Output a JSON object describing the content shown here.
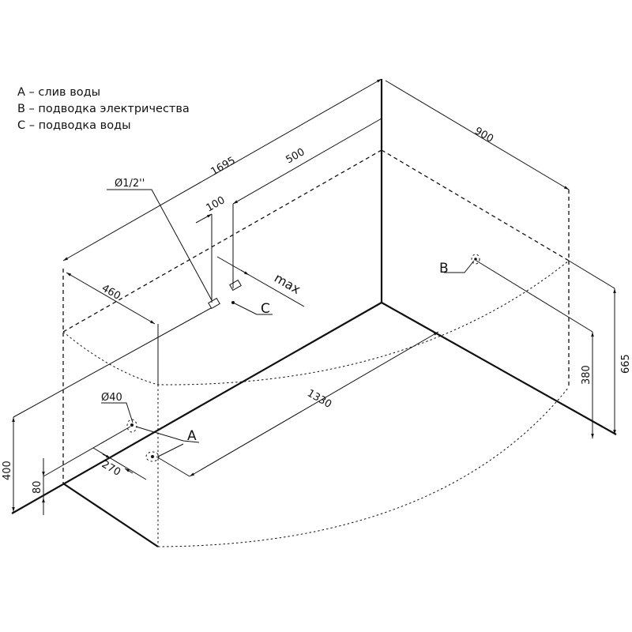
{
  "legend": {
    "items": [
      "A – слив воды",
      "B – подводка электричества",
      "C – подводка воды"
    ]
  },
  "dimensions": {
    "length_total": "1695",
    "offset_500": "500",
    "width_900": "900",
    "offset_100": "100",
    "offset_460": "460",
    "pipe_diameter": "Ø1/2''",
    "max_label": "max",
    "drain_diameter": "Ø40",
    "offset_1330": "1330",
    "offset_270": "270",
    "height_400": "400",
    "height_80": "80",
    "height_380": "380",
    "height_665": "665"
  },
  "markers": {
    "a": "A",
    "b": "B",
    "c": "C"
  }
}
